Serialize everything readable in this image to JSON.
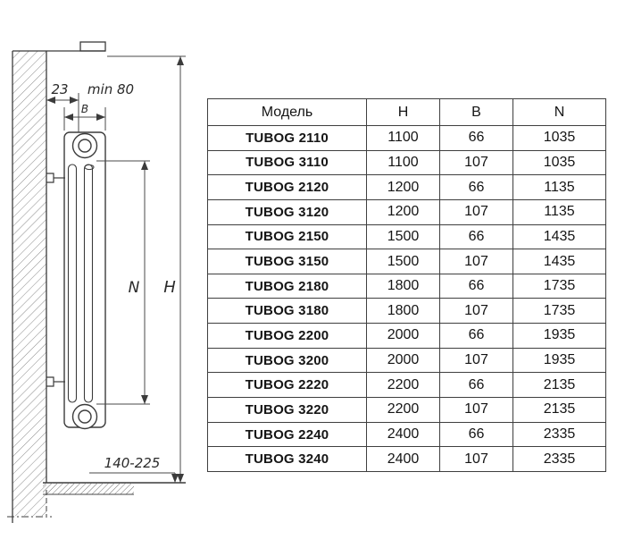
{
  "drawing": {
    "labels": {
      "wall_offset": "23",
      "min_clearance": "min 80",
      "depth": "B",
      "axis_height": "N",
      "total_height": "H",
      "floor_clearance": "140-225"
    }
  },
  "table": {
    "headers": [
      "Модель",
      "H",
      "B",
      "N"
    ],
    "rows": [
      {
        "model": "TUBOG 2110",
        "h": "1100",
        "b": "66",
        "n": "1035"
      },
      {
        "model": "TUBOG 3110",
        "h": "1100",
        "b": "107",
        "n": "1035"
      },
      {
        "model": "TUBOG 2120",
        "h": "1200",
        "b": "66",
        "n": "1135"
      },
      {
        "model": "TUBOG 3120",
        "h": "1200",
        "b": "107",
        "n": "1135"
      },
      {
        "model": "TUBOG 2150",
        "h": "1500",
        "b": "66",
        "n": "1435"
      },
      {
        "model": "TUBOG 3150",
        "h": "1500",
        "b": "107",
        "n": "1435"
      },
      {
        "model": "TUBOG 2180",
        "h": "1800",
        "b": "66",
        "n": "1735"
      },
      {
        "model": "TUBOG 3180",
        "h": "1800",
        "b": "107",
        "n": "1735"
      },
      {
        "model": "TUBOG 2200",
        "h": "2000",
        "b": "66",
        "n": "1935"
      },
      {
        "model": "TUBOG 3200",
        "h": "2000",
        "b": "107",
        "n": "1935"
      },
      {
        "model": "TUBOG 2220",
        "h": "2200",
        "b": "66",
        "n": "2135"
      },
      {
        "model": "TUBOG 3220",
        "h": "2200",
        "b": "107",
        "n": "2135"
      },
      {
        "model": "TUBOG 2240",
        "h": "2400",
        "b": "66",
        "n": "2335"
      },
      {
        "model": "TUBOG 3240",
        "h": "2400",
        "b": "107",
        "n": "2335"
      }
    ]
  }
}
